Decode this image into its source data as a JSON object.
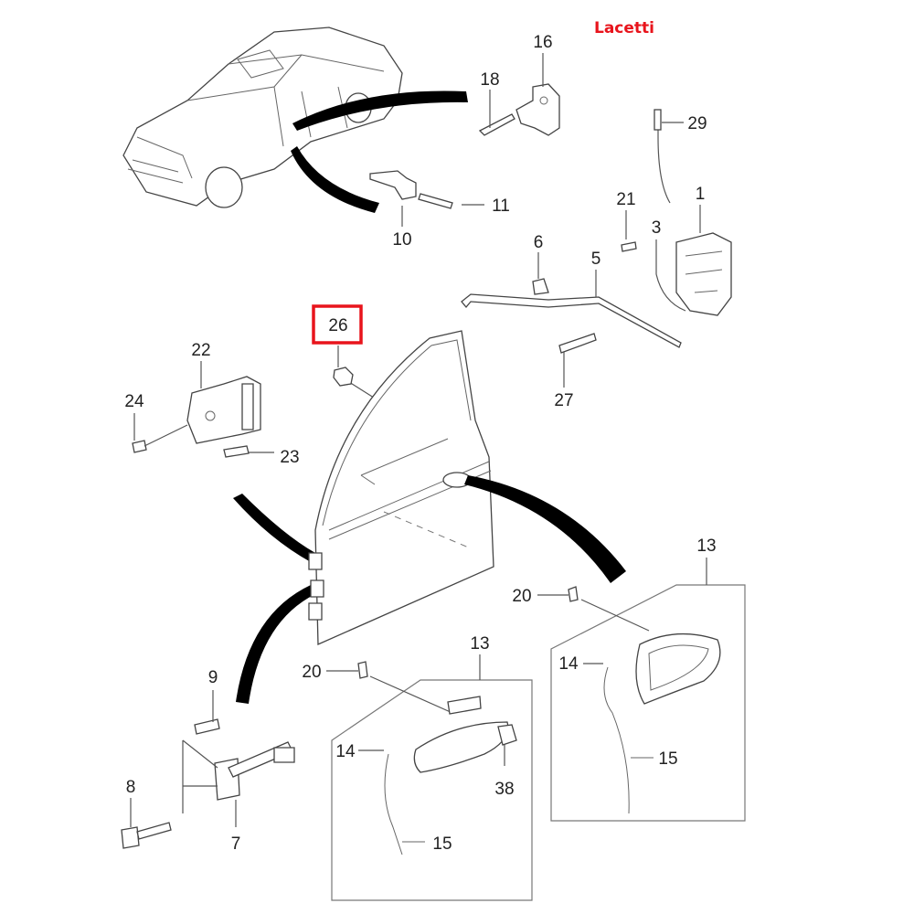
{
  "title": "Lacetti",
  "highlighted_part": "26",
  "callouts": {
    "p16": "16",
    "p18": "18",
    "p29": "29",
    "p11": "11",
    "p10": "10",
    "p21": "21",
    "p1": "1",
    "p3": "3",
    "p6": "6",
    "p5": "5",
    "p26": "26",
    "p22": "22",
    "p24": "24",
    "p23": "23",
    "p27": "27",
    "p13a": "13",
    "p20a": "20",
    "p14a": "14",
    "p15a": "15",
    "p13b": "13",
    "p20b": "20",
    "p14b": "14",
    "p38": "38",
    "p15b": "15",
    "p9": "9",
    "p8": "8",
    "p7": "7"
  },
  "colors": {
    "title": "#e8141c",
    "highlight": "#e8141c"
  }
}
